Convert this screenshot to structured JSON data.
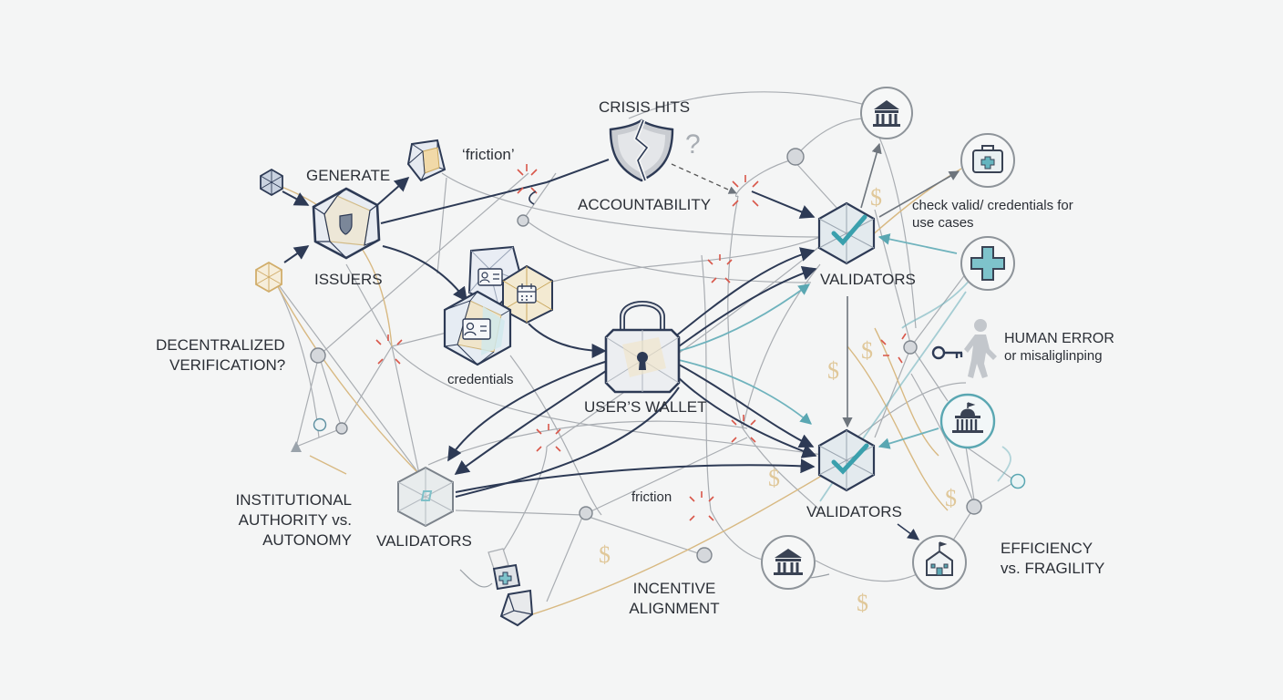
{
  "labels": {
    "generate": "GENERATE",
    "issuers": "ISSUERS",
    "friction_quote": "‘friction’",
    "crisis_hits": "CRISIS HITS",
    "accountability": "ACCOUNTABILITY",
    "credentials": "credentials",
    "users_wallet": "USER’S WALLET",
    "decentralized_verification_1": "DECENTRALIZED",
    "decentralized_verification_2": "VERIFICATION?",
    "validators_top": "VALIDATORS",
    "validators_mid": "VALIDATORS",
    "validators_left": "VALIDATORS",
    "check_valid_1": "check valid/ credentials for",
    "check_valid_2": "use cases",
    "human_error_1": "HUMAN ERROR",
    "human_error_2": "or misaliglinping",
    "institutional_1": "INSTITUTIONAL",
    "institutional_2": "AUTHORITY vs.",
    "institutional_3": "AUTONOMY",
    "friction": "friction",
    "incentive_1": "INCENTIVE",
    "incentive_2": "ALIGNMENT",
    "efficiency_1": "EFFICIENCY",
    "efficiency_2": "vs. FRAGILITY"
  },
  "symbols": {
    "question_mark": "?",
    "dollar": "$"
  },
  "colors": {
    "ink": "#2d3a55",
    "gold": "#d8b982",
    "teal": "#6fb3bd",
    "gray_line": "#a9adb2",
    "break_red": "#d9574a"
  },
  "icons": [
    "hexagon-icon",
    "shield-icon",
    "id-card-icon",
    "calendar-icon",
    "padlock-icon",
    "check-icon",
    "bank-icon",
    "medical-kit-icon",
    "medical-cross-icon",
    "capitol-icon",
    "hospital-icon",
    "key-icon",
    "person-icon",
    "broken-shield-icon"
  ]
}
